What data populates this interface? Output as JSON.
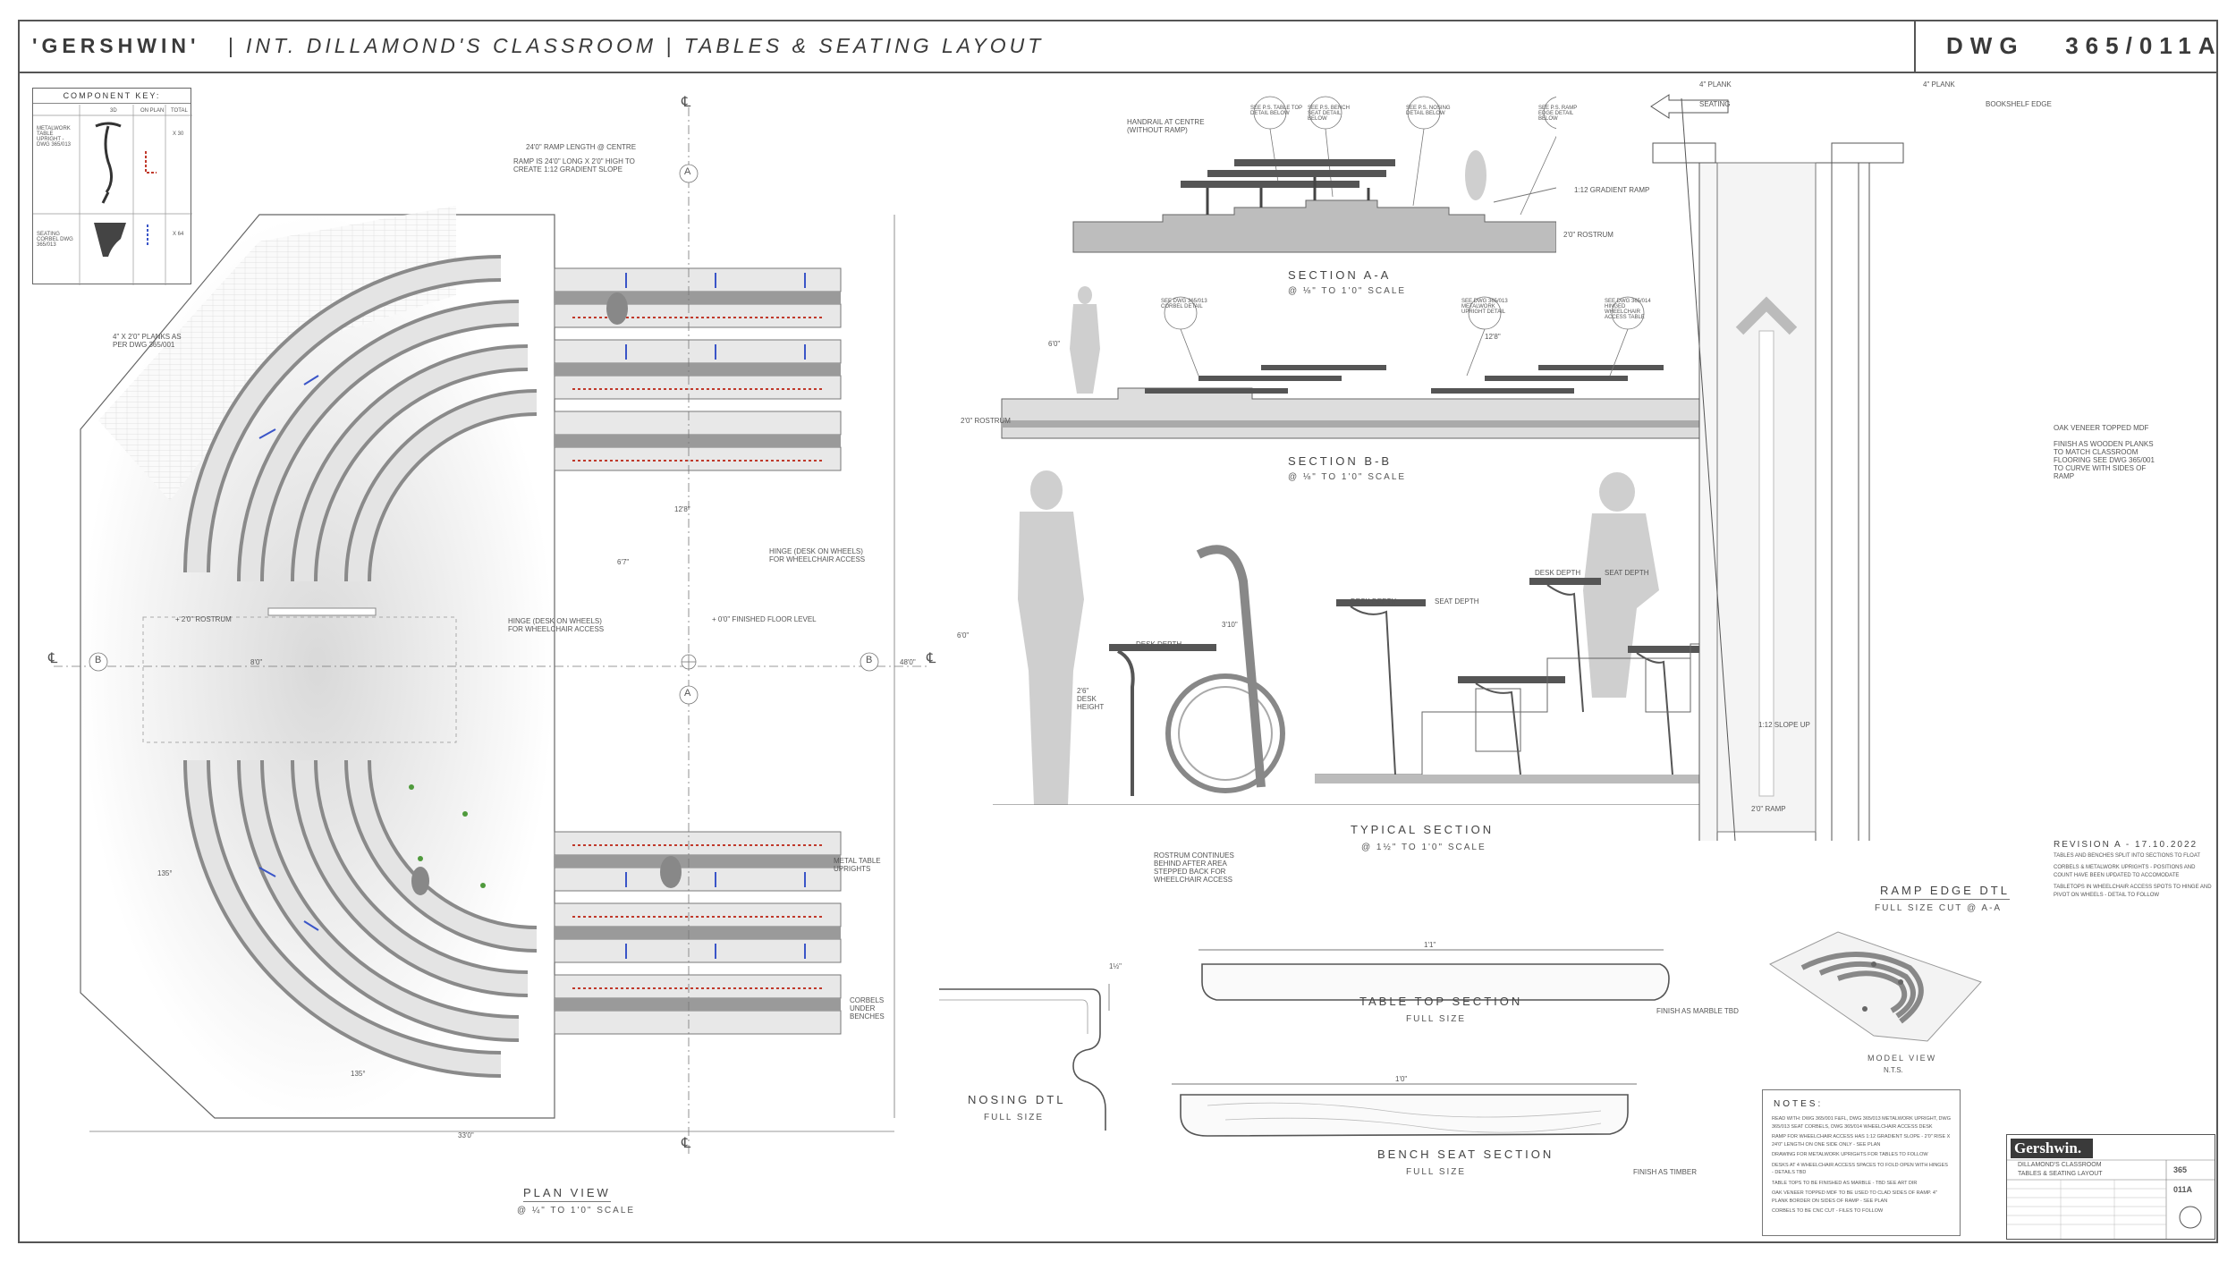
{
  "header": {
    "project": "'GERSHWIN'",
    "title_rest": "| INT. DILLAMOND'S CLASSROOM | TABLES & SEATING LAYOUT",
    "dwg_label": "DWG",
    "dwg_number": "365/011A"
  },
  "component_key": {
    "title": "COMPONENT KEY:",
    "col_3d": "3D",
    "col_plan": "ON PLAN",
    "col_total": "TOTAL",
    "row1_name": "METALWORK TABLE UPRIGHT - DWG 365/013",
    "row1_total": "X 30",
    "row2_name": "SEATING CORBEL DWG 365/013",
    "row2_total": "X 64"
  },
  "plan": {
    "title": "PLAN VIEW",
    "scale": "@ ¼\" TO 1'0\" SCALE",
    "grid_a": "A",
    "grid_b": "B",
    "cl": "℄",
    "ramp_note": "RAMP IS 24'0\" LONG X 2'0\" HIGH TO CREATE 1:12 GRADIENT SLOPE",
    "ramp_len": "24'0\" RAMP LENGTH @ CENTRE",
    "planks_note": "4\" X 2'0\" PLANKS AS PER DWG 365/001",
    "rostrum": "+ 2'0\" ROSTRUM",
    "ffl": "+ 0'0\" FINISHED FLOOR LEVEL",
    "hinge_note": "HINGE (DESK ON WHEELS) FOR WHEELCHAIR ACCESS",
    "metal_upright": "METAL TABLE UPRIGHTS",
    "corbels": "CORBELS UNDER BENCHES",
    "dim_width": "33'0\"",
    "dim_height": "48'0\"",
    "dim_8": "8'0\"",
    "dim_12": "12'8\"",
    "dim_135": "135°",
    "dim_6": "6'7\""
  },
  "section_aa": {
    "title": "SECTION A-A",
    "scale": "@ ⅛\" TO 1'0\" SCALE",
    "seating": "SEATING",
    "handrail": "HANDRAIL AT CENTRE (WITHOUT RAMP)",
    "tag1": "SEE P.S. TABLE TOP DETAIL BELOW",
    "tag2": "SEE P.S. BENCH SEAT DETAIL BELOW",
    "tag3": "SEE P.S. NOSING DETAIL BELOW",
    "tag4": "SEE P.S. RAMP EDGE DETAIL BELOW",
    "gradient": "1:12 GRADIENT RAMP",
    "dim": "2'0\" ROSTRUM"
  },
  "section_bb": {
    "title": "SECTION B-B",
    "scale": "@ ⅛\" TO 1'0\" SCALE",
    "tag1": "SEE DWG 365/013 CORBEL DETAIL",
    "tag2": "SEE DWG 365/013 METALWORK UPRIGHT DETAIL",
    "tag3": "SEE DWG 365/014 HINGED WHEELCHAIR ACCESS TABLE",
    "dim_6": "6'0\"",
    "dim_12": "12'8\"",
    "rostrum": "2'0\" ROSTRUM"
  },
  "typical": {
    "title": "TYPICAL SECTION",
    "scale": "@ 1½\" TO 1'0\" SCALE",
    "desk_depth": "DESK DEPTH",
    "seat_depth": "SEAT DEPTH",
    "desk_height": "2'6\" DESK HEIGHT",
    "rostrum_note": "ROSTRUM CONTINUES BEHIND AFTER AREA STEPPED BACK FOR WHEELCHAIR ACCESS",
    "dim_310": "3'10\"",
    "dim_6": "6'0\""
  },
  "ramp": {
    "title": "RAMP EDGE DTL",
    "scale": "FULL SIZE CUT @ A-A",
    "plank": "4\" PLANK",
    "seating_edge": "BOOKSHELF EDGE",
    "slope": "1:12 SLOPE UP",
    "ramp_lbl": "2'0\" RAMP",
    "oak_note": "OAK VENEER TOPPED MDF",
    "finish_note": "FINISH AS WOODEN PLANKS TO MATCH CLASSROOM FLOORING SEE DWG 365/001 TO CURVE WITH SIDES OF RAMP"
  },
  "nosing": {
    "title": "NOSING DTL",
    "scale": "FULL SIZE",
    "dim": "1½\""
  },
  "tabletop": {
    "title": "TABLE TOP SECTION",
    "scale": "FULL SIZE",
    "dim": "1'1\"",
    "finish": "FINISH AS MARBLE TBD"
  },
  "bench": {
    "title": "BENCH SEAT SECTION",
    "scale": "FULL SIZE",
    "dim": "1'0\"",
    "finish": "FINISH AS TIMBER"
  },
  "model": {
    "title": "MODEL VIEW",
    "scale": "N.T.S."
  },
  "revision": {
    "head": "REVISION A - 17.10.2022",
    "items": [
      "TABLES AND BENCHES SPLIT INTO SECTIONS TO FLOAT",
      "CORBELS & METALWORK UPRIGHTS - POSITIONS AND COUNT HAVE BEEN UPDATED TO ACCOMODATE",
      "TABLETOPS IN WHEELCHAIR ACCESS SPOTS TO HINGE AND PIVOT ON WHEELS - DETAIL TO FOLLOW"
    ]
  },
  "notes": {
    "title": "NOTES:",
    "items": [
      "READ WITH: DWG 365/001 F&FL, DWG 365/013 METALWORK UPRIGHT, DWG 365/013 SEAT CORBELS, DWG 365/014 WHEELCHAIR ACCESS DESK",
      "RAMP FOR WHEELCHAIR ACCESS HAS 1:12 GRADIENT SLOPE - 2'0\" RISE X 24'0\" LENGTH ON ONE SIDE ONLY - SEE PLAN",
      "DRAWING FOR METALWORK UPRIGHTS FOR TABLES TO FOLLOW",
      "DESKS AT 4 WHEELCHAIR ACCESS SPACES TO FOLD OPEN WITH HINGES - DETAILS TBD",
      "TABLE TOPS TO BE FINISHED AS MARBLE - TBD SEE ART DIR",
      "OAK VENEER TOPPED MDF TO BE USED TO CLAD SIDES OF RAMP. 4\" PLANK BORDER ON SIDES OF RAMP - SEE PLAN",
      "CORBELS TO BE CNC CUT - FILES TO FOLLOW"
    ]
  },
  "titleblock": {
    "logo": "Gershwin.",
    "title": "DILLAMOND'S CLASSROOM",
    "subtitle": "TABLES & SEATING LAYOUT",
    "dwg": "365",
    "sheet": "011A"
  },
  "colors": {
    "line": "#555555",
    "accent_red": "#c0392b",
    "accent_blue": "#3a55c8",
    "accent_green": "#4f9a3c",
    "fill_gray": "#bdbdbd"
  }
}
